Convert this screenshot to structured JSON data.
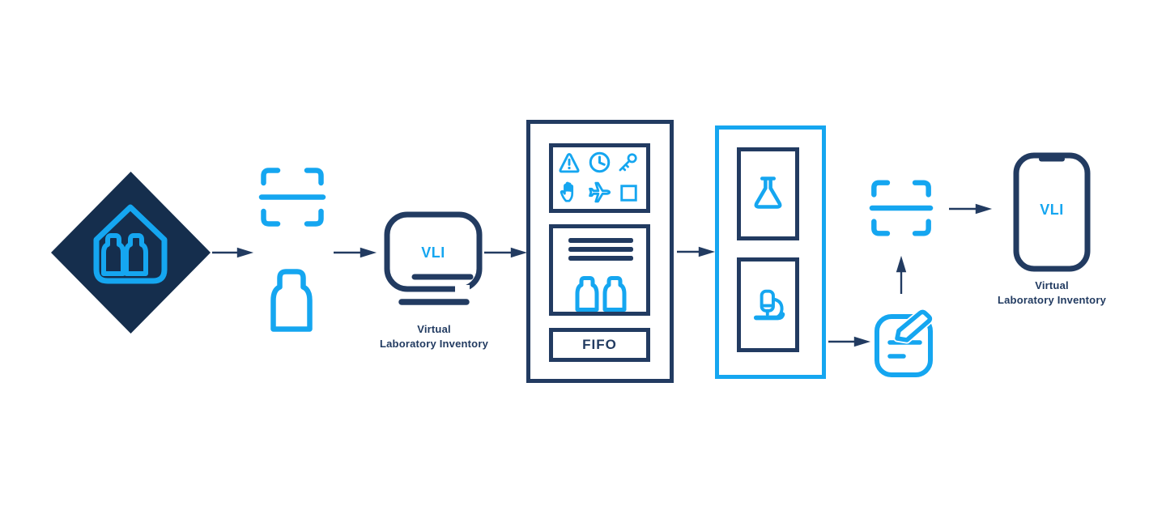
{
  "palette": {
    "navy": "#223B61",
    "navy_deep": "#152E4D",
    "blue": "#15A6F0",
    "background": "#FFFFFF"
  },
  "flow": {
    "source": {
      "icon": "house-with-bottles-diamond"
    },
    "scan_in": {
      "icons": [
        "scan-frame",
        "bottle"
      ]
    },
    "desktop_app": {
      "app_name": "VLI",
      "label_line1": "Virtual",
      "label_line2": "Laboratory Inventory"
    },
    "inventory_panel": {
      "hazard_icons": [
        "warning-triangle",
        "clock",
        "key",
        "hand",
        "airplane",
        "square"
      ],
      "materials_icon": "bottles-with-text-lines",
      "fifo_label": "FIFO"
    },
    "lab_panel": {
      "icons": [
        "flask",
        "microscope"
      ]
    },
    "record_usage": {
      "icon": "note-edit"
    },
    "scan_out": {
      "icon": "scan-frame"
    },
    "mobile_app": {
      "app_name": "VLI",
      "label_line1": "Virtual",
      "label_line2": "Laboratory Inventory"
    }
  }
}
